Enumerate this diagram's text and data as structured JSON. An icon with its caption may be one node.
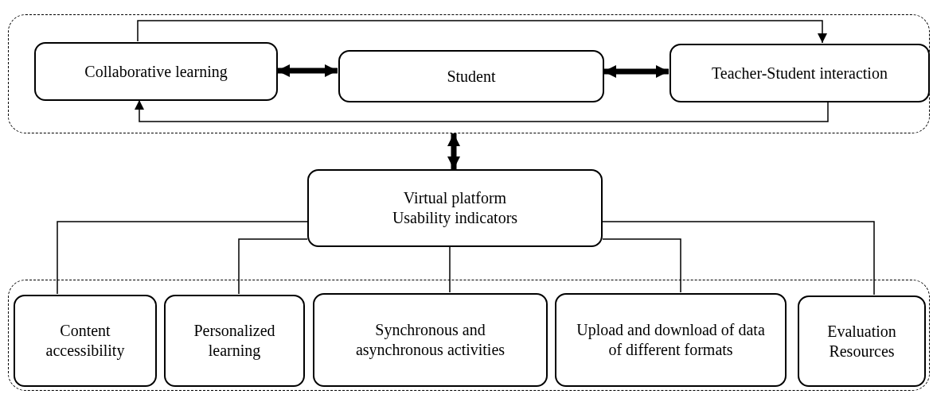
{
  "diagram": {
    "nodes": [
      {
        "text": [],
        "shape": "box"
      },
      {
        "text": [
          "Collaborative learning"
        ],
        "in": 0
      },
      {
        "text": [
          "Student"
        ],
        "in": 0
      },
      {
        "text": [
          "Teacher-Student interaction"
        ],
        "in": 0
      },
      {
        "text": [
          "Virtual platform Usability indicators"
        ]
      },
      {
        "text": [],
        "shape": "box"
      },
      {
        "text": [
          "Content accessibility"
        ],
        "in": 5
      },
      {
        "text": [
          "Personalized learning"
        ],
        "in": 5
      },
      {
        "text": [
          "Synchronous and asynchronous activities"
        ],
        "in": 5
      },
      {
        "text": [
          "Upload and download of data of different formats"
        ],
        "in": 5
      },
      {
        "text": [
          "Evaluation Resources"
        ],
        "in": 5
      }
    ],
    "edges": [
      {
        "from": 1,
        "to": 2,
        "arrow": "both",
        "style": "thick"
      },
      {
        "from": 2,
        "to": 3,
        "arrow": "both",
        "style": "thick"
      },
      {
        "from": 1,
        "to": 3,
        "arrow": "to"
      },
      {
        "from": 3,
        "to": 1,
        "arrow": "to"
      },
      {
        "from": 0,
        "to": 4,
        "arrow": "both",
        "style": "thick"
      },
      {
        "from": 4,
        "to": 6,
        "arrow": "none"
      },
      {
        "from": 4,
        "to": 7,
        "arrow": "none"
      },
      {
        "from": 4,
        "to": 8,
        "arrow": "none"
      },
      {
        "from": 4,
        "to": 9,
        "arrow": "none"
      },
      {
        "from": 4,
        "to": 10,
        "arrow": "none"
      }
    ]
  }
}
